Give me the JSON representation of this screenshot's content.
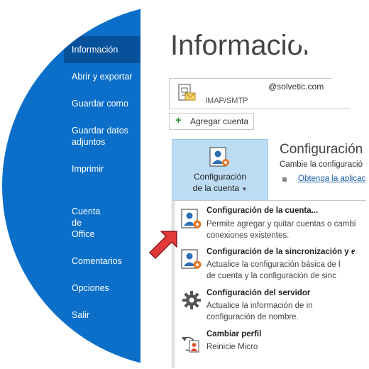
{
  "sidebar": {
    "items": [
      {
        "label": "Información",
        "active": true
      },
      {
        "label": "Abrir y exportar"
      },
      {
        "label": "Guardar como"
      },
      {
        "label": "Guardar datos adjuntos",
        "lines": [
          "Guardar datos",
          "adjuntos"
        ]
      },
      {
        "label": "Imprimir"
      },
      {
        "label": "Cuenta de Office",
        "lines": [
          "Cuenta",
          "de",
          "Office"
        ]
      },
      {
        "label": "Comentarios"
      },
      {
        "label": "Opciones"
      },
      {
        "label": "Salir"
      }
    ]
  },
  "main": {
    "title": "Información",
    "account": {
      "email": "@solvetic.com",
      "type": "IMAP/SMTP"
    },
    "add_account_label": "Agregar cuenta",
    "account_settings_tile": {
      "label_line1": "Configuración",
      "label_line2": "de la cuenta"
    },
    "account_settings_section": {
      "heading": "Configuración",
      "description": "Cambie la configuració",
      "link": "Obtenga la aplicac"
    },
    "dropdown": [
      {
        "title": "Configuración de la cuenta...",
        "desc_lines": [
          "Permite agregar y quitar cuentas o cambi",
          "conexiones existentes."
        ],
        "icon": "account-settings-icon"
      },
      {
        "title": "Configuración de la sincronización y e",
        "desc_lines": [
          "Actualice la configuración básica de l",
          "de cuenta y la configuración de sinc"
        ],
        "icon": "sync-settings-icon"
      },
      {
        "title": "Configuración del servidor",
        "desc_lines": [
          "Actualice la información de in",
          "configuración de nombre."
        ],
        "icon": "gear-icon"
      },
      {
        "title": "Cambiar perfil",
        "desc_lines": [
          "Reinicie Micro"
        ],
        "icon": "change-profile-icon"
      }
    ]
  },
  "colors": {
    "sidebar": "#0b6fc9",
    "sidebar_active": "#07519a",
    "tile": "#bcdcf4",
    "pointer_arrow": "#e23a3a",
    "gear_orange": "#e87722"
  }
}
